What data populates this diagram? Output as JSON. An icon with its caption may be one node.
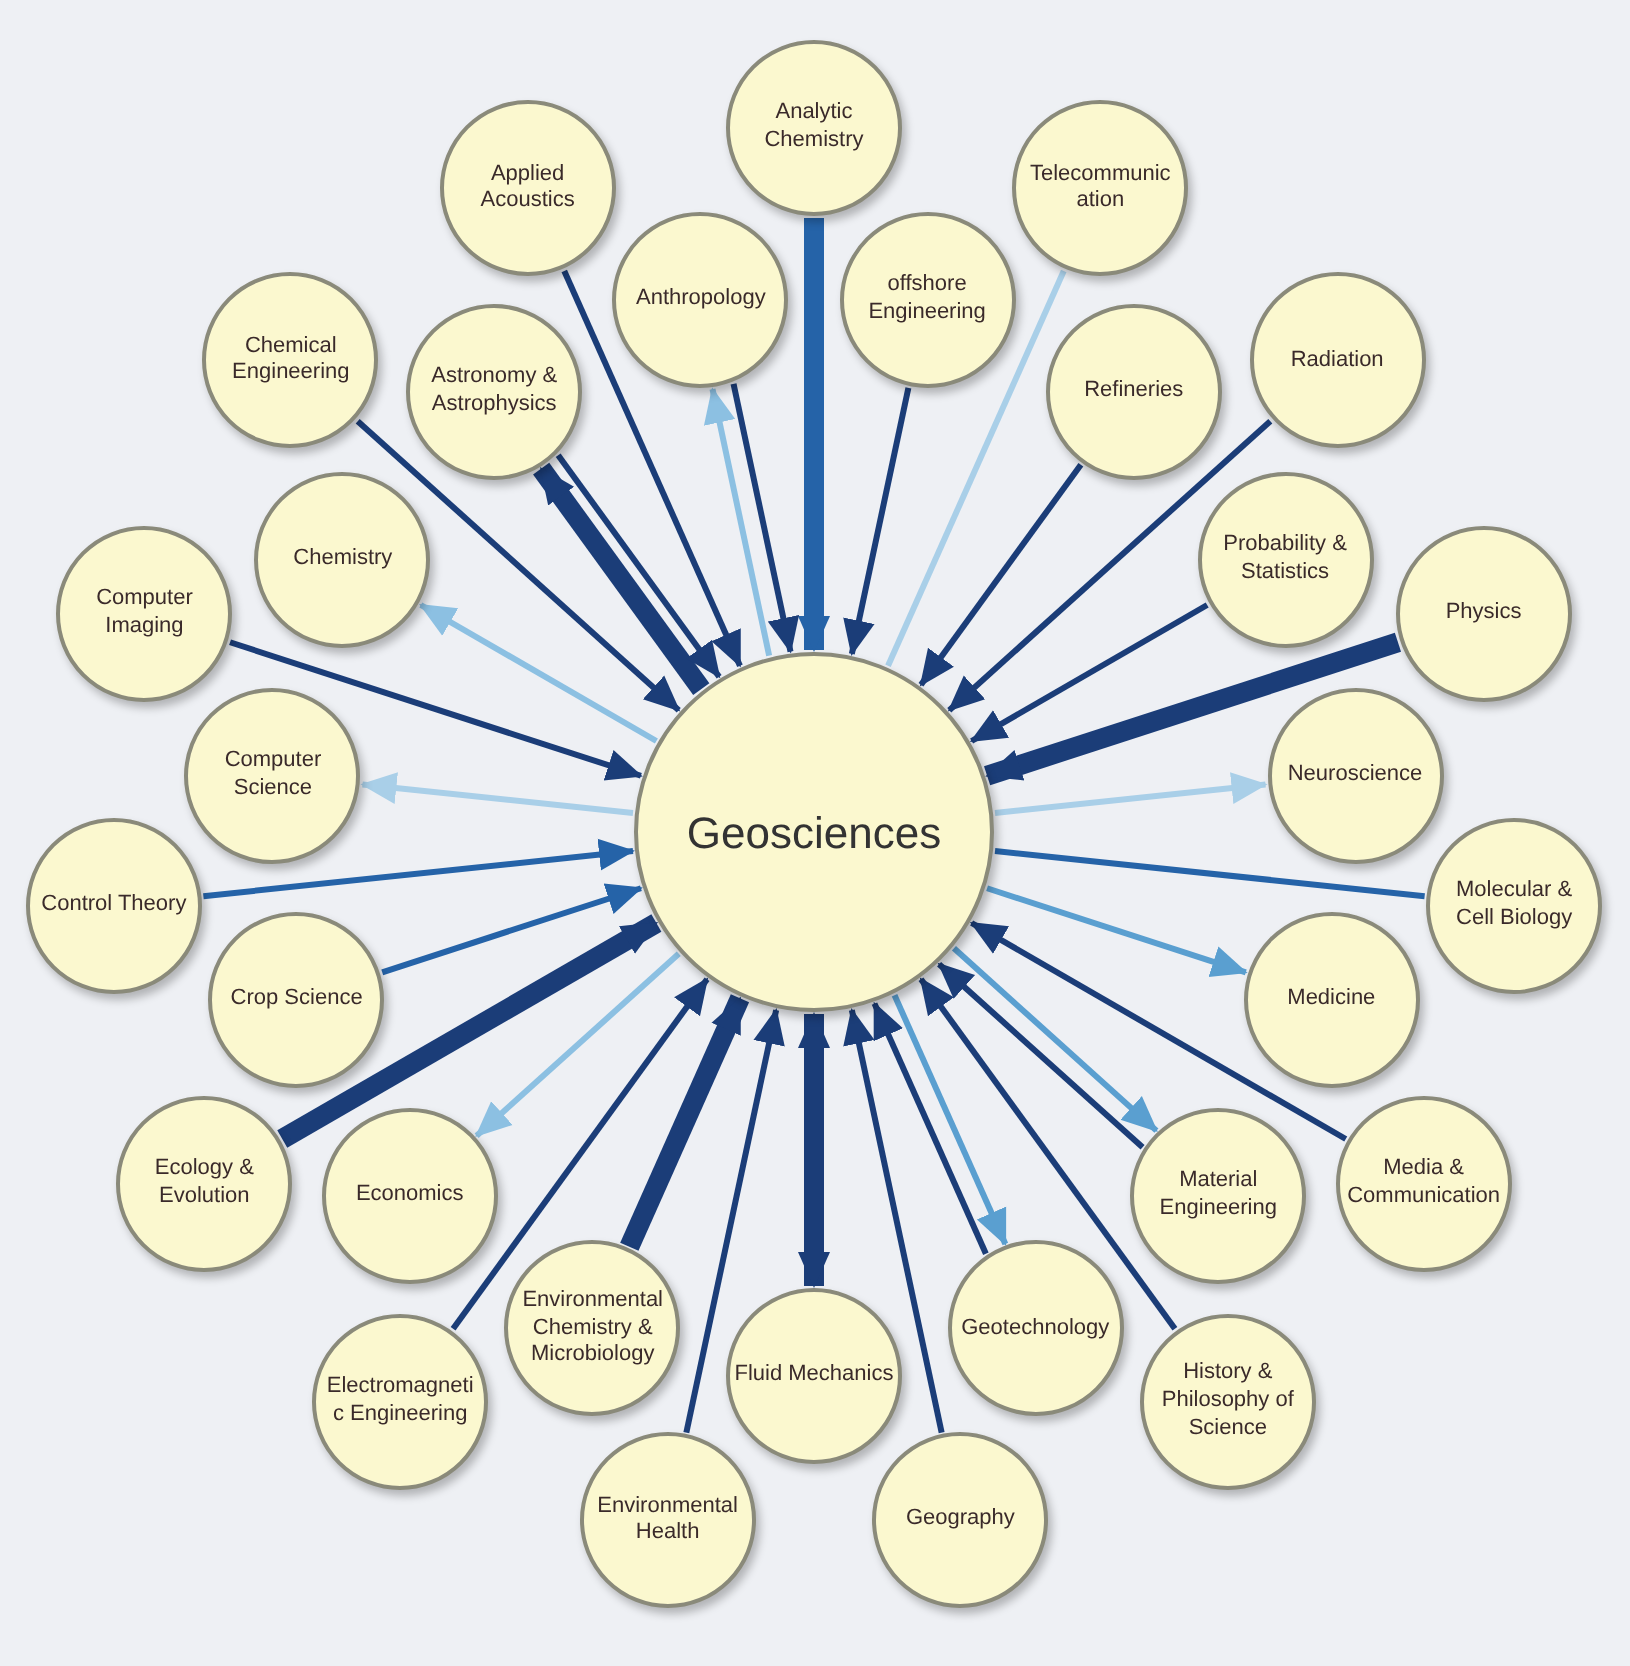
{
  "diagram": {
    "nodes": [
      {
        "text": [
          "Geosciences"
        ]
      },
      {
        "text": [
          "Analytic Chemistry"
        ]
      },
      {
        "text": [
          "Telecommunic ation"
        ]
      },
      {
        "text": [
          "Applied Acoustics"
        ]
      },
      {
        "text": [
          "Anthropology"
        ]
      },
      {
        "text": [
          "offshore Engineering"
        ]
      },
      {
        "text": [
          "Chemical Engineering"
        ]
      },
      {
        "text": [
          "Astronomy & Astrophysics"
        ]
      },
      {
        "text": [
          "Refineries"
        ]
      },
      {
        "text": [
          "Radiation"
        ]
      },
      {
        "text": [
          "Chemistry"
        ]
      },
      {
        "text": [
          "Probability & Statistics"
        ]
      },
      {
        "text": [
          "Computer Imaging"
        ]
      },
      {
        "text": [
          "Physics"
        ]
      },
      {
        "text": [
          "Computer Science"
        ]
      },
      {
        "text": [
          "Neuroscience"
        ]
      },
      {
        "text": [
          "Control Theory"
        ]
      },
      {
        "text": [
          "Molecular & Cell Biology"
        ]
      },
      {
        "text": [
          "Crop Science"
        ]
      },
      {
        "text": [
          "Medicine"
        ]
      },
      {
        "text": [
          "Ecology & Evolution"
        ]
      },
      {
        "text": [
          "Economics"
        ]
      },
      {
        "text": [
          "Material Engineering"
        ]
      },
      {
        "text": [
          "Media & Communication"
        ]
      },
      {
        "text": [
          "Environmental Chemistry & Microbiology"
        ]
      },
      {
        "text": [
          "Fluid Mechanics"
        ]
      },
      {
        "text": [
          "Geotechnology"
        ]
      },
      {
        "text": [
          "Electromagneti c Engineering"
        ]
      },
      {
        "text": [
          "History & Philosophy of Science"
        ]
      },
      {
        "text": [
          "Environmental Health"
        ]
      },
      {
        "text": [
          "Geography"
        ]
      }
    ],
    "edges": [
      {
        "from": 1,
        "to": 0,
        "arrow": "to",
        "style": "thick",
        "color": "#2563a8"
      },
      {
        "from": 2,
        "to": 0,
        "arrow": "none",
        "color": "#a9cfe8"
      },
      {
        "from": 3,
        "to": 0,
        "arrow": "to"
      },
      {
        "from": 0,
        "to": 4,
        "arrow": "to",
        "color": "#8cc0e2"
      },
      {
        "from": 4,
        "to": 0,
        "arrow": "to"
      },
      {
        "from": 5,
        "to": 0,
        "arrow": "to"
      },
      {
        "from": 6,
        "to": 0,
        "arrow": "to"
      },
      {
        "from": 0,
        "to": 7,
        "arrow": "to",
        "style": "thick"
      },
      {
        "from": 7,
        "to": 0,
        "arrow": "to"
      },
      {
        "from": 8,
        "to": 0,
        "arrow": "to"
      },
      {
        "from": 9,
        "to": 0,
        "arrow": "to"
      },
      {
        "from": 0,
        "to": 10,
        "arrow": "to",
        "color": "#8cc0e2"
      },
      {
        "from": 11,
        "to": 0,
        "arrow": "to"
      },
      {
        "from": 12,
        "to": 0,
        "arrow": "to"
      },
      {
        "from": 13,
        "to": 0,
        "arrow": "to",
        "style": "thick"
      },
      {
        "from": 0,
        "to": 14,
        "arrow": "to",
        "color": "#a9cfe8"
      },
      {
        "from": 0,
        "to": 15,
        "arrow": "to",
        "color": "#a9cfe8"
      },
      {
        "from": 16,
        "to": 0,
        "arrow": "to",
        "color": "#2563a8"
      },
      {
        "from": 0,
        "to": 17,
        "arrow": "none",
        "color": "#2563a8"
      },
      {
        "from": 18,
        "to": 0,
        "arrow": "to",
        "color": "#2563a8"
      },
      {
        "from": 0,
        "to": 19,
        "arrow": "to",
        "color": "#5a9fd0"
      },
      {
        "from": 20,
        "to": 0,
        "arrow": "to",
        "style": "thick"
      },
      {
        "from": 0,
        "to": 21,
        "arrow": "to",
        "color": "#8cc0e2"
      },
      {
        "from": 0,
        "to": 22,
        "arrow": "to",
        "color": "#5a9fd0"
      },
      {
        "from": 22,
        "to": 0,
        "arrow": "to"
      },
      {
        "from": 23,
        "to": 0,
        "arrow": "to"
      },
      {
        "from": 24,
        "to": 0,
        "arrow": "to",
        "style": "thick"
      },
      {
        "from": 25,
        "to": 0,
        "arrow": "both",
        "style": "thick"
      },
      {
        "from": 0,
        "to": 26,
        "arrow": "to",
        "color": "#5a9fd0"
      },
      {
        "from": 26,
        "to": 0,
        "arrow": "to"
      },
      {
        "from": 27,
        "to": 0,
        "arrow": "to"
      },
      {
        "from": 28,
        "to": 0,
        "arrow": "to"
      },
      {
        "from": 29,
        "to": 0,
        "arrow": "to"
      },
      {
        "from": 30,
        "to": 0,
        "arrow": "to"
      }
    ]
  }
}
